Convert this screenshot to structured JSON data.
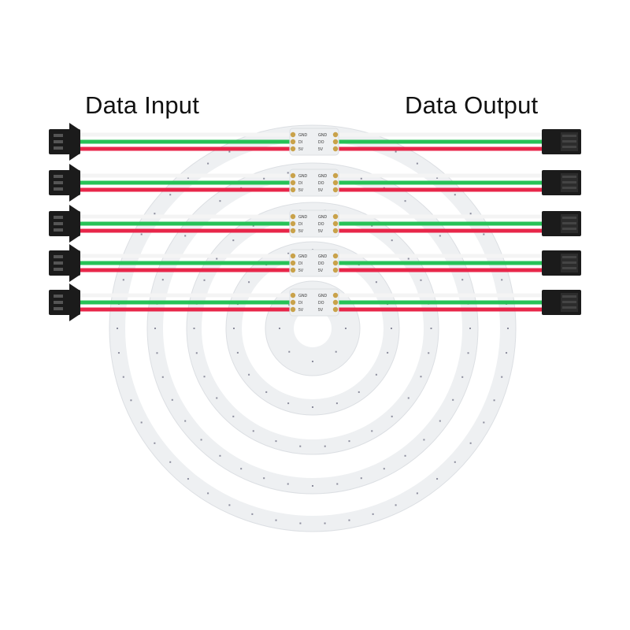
{
  "labels": {
    "input": "Data Input",
    "output": "Data Output"
  },
  "colors": {
    "board": "#eef0f2",
    "board_edge": "#dcdfe3",
    "wire_white": "#f4f4f4",
    "wire_green": "#27c257",
    "wire_red": "#e8264a",
    "connector": "#1b1b1b",
    "pad": "#c9a24a"
  },
  "rings": {
    "count": 5
  },
  "pad_labels": {
    "left": [
      "GND",
      "DI",
      "5V"
    ],
    "right": [
      "GND",
      "DO",
      "5V"
    ]
  }
}
